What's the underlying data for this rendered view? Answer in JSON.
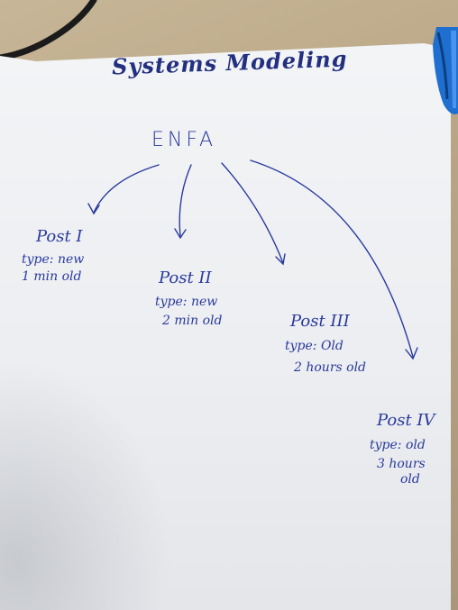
{
  "colors": {
    "ink": "#2a3a9c",
    "paper": "#eef0f2",
    "desk": "#b9a788",
    "stapler": "#1f6fd0"
  },
  "sheet": {
    "title": "Systems Modeling",
    "root": "ENFA"
  },
  "posts": [
    {
      "label": "Post I",
      "type": "type: new",
      "age": "1 min old"
    },
    {
      "label": "Post II",
      "type": "type: new",
      "age": "2 min old"
    },
    {
      "label": "Post III",
      "type": "type: Old",
      "age": "2 hours old"
    },
    {
      "label": "Post IV",
      "type": "type: old",
      "age_line1": "3 hours",
      "age_line2": "old"
    }
  ]
}
